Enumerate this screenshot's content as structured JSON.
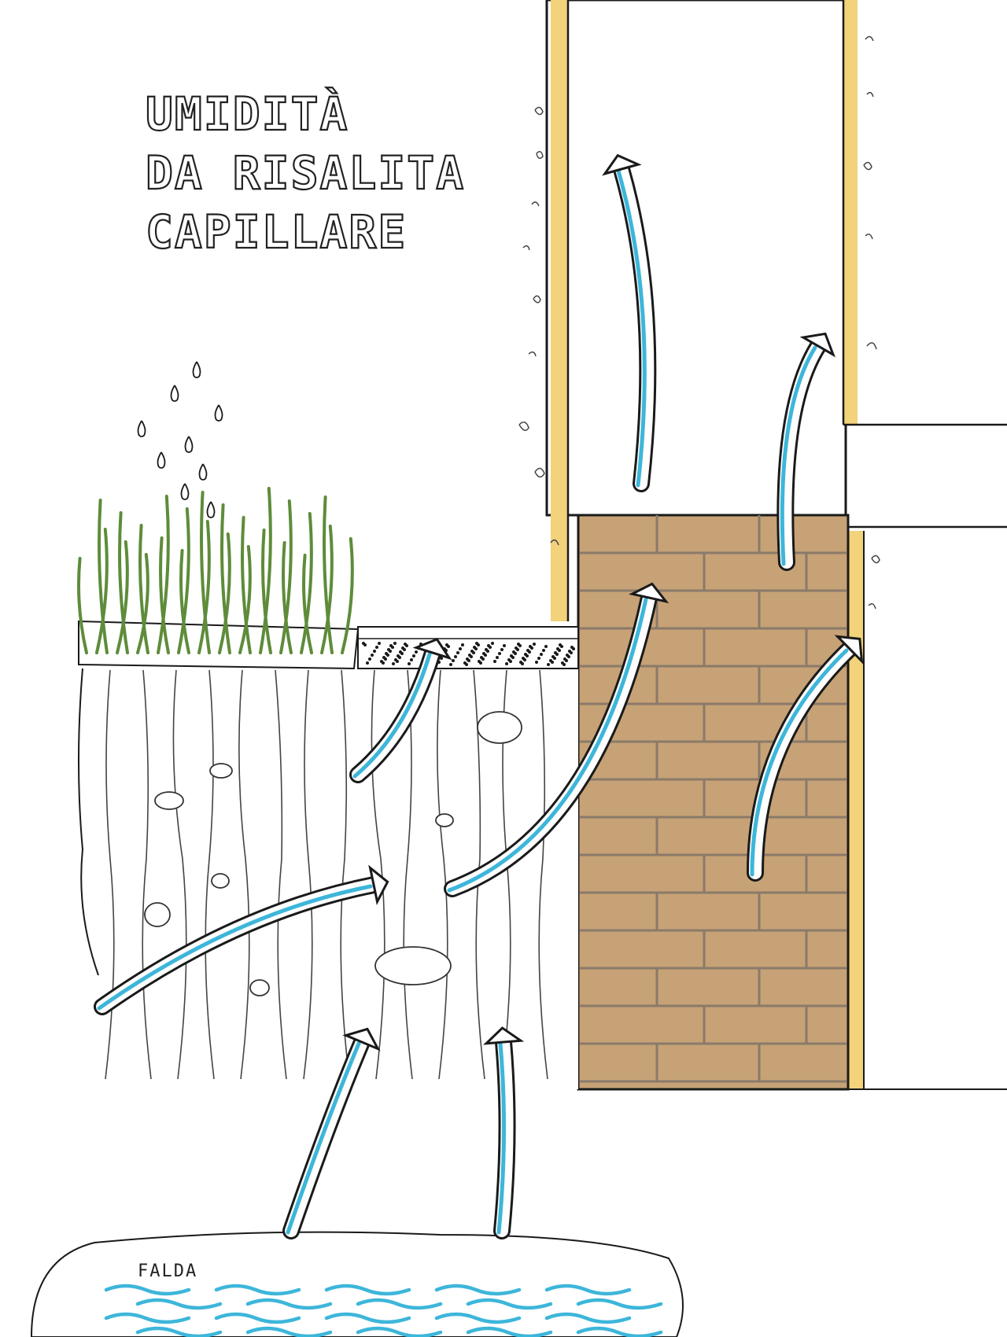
{
  "title": {
    "lines": [
      "UMIDITÀ",
      "DA RISALITA",
      "CAPILLARE"
    ]
  },
  "labels": {
    "aquifer": "FALDA"
  },
  "colors": {
    "water": "#3db6da",
    "brick": "#c6a276",
    "mortar": "#8a7a6a",
    "plaster": "#f2d27a",
    "grass": "#5e8c3a",
    "ink": "#1a1a1a"
  },
  "icons": {
    "rain": "water-drop-icon",
    "flow": "arrow-icon"
  }
}
